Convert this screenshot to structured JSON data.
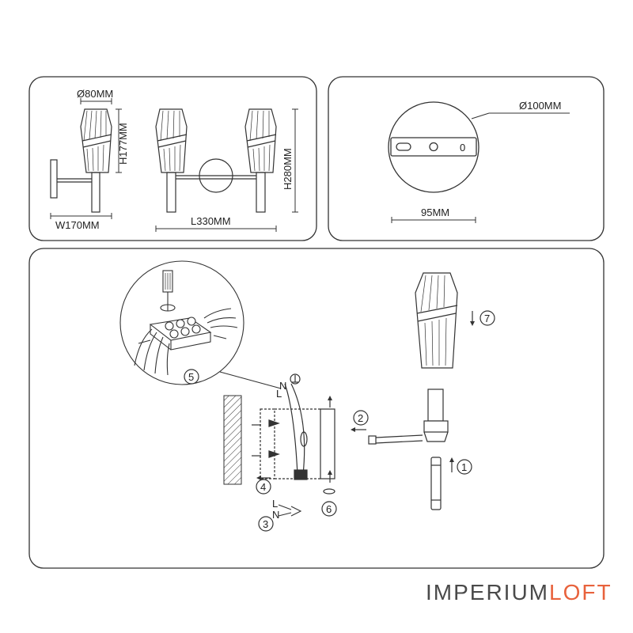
{
  "dimensions": {
    "diameter_shade": "Ø80MM",
    "shade_height": "H177MM",
    "width": "W170MM",
    "length": "L330MM",
    "total_height": "H280MM",
    "plate_diameter": "Ø100MM",
    "hole_spacing": "95MM"
  },
  "steps": {
    "s1": "1",
    "s2": "2",
    "s3": "3",
    "s4": "4",
    "s5": "5",
    "s6": "6",
    "s7": "7"
  },
  "wire_labels": {
    "n": "N",
    "l": "L",
    "l_small": "L",
    "n_small": "N"
  },
  "plate": {
    "zero_mark": "0"
  },
  "brand": {
    "part1": "IMPERIUM",
    "part2": "LOFT",
    "accent_color": "#e8623c"
  }
}
